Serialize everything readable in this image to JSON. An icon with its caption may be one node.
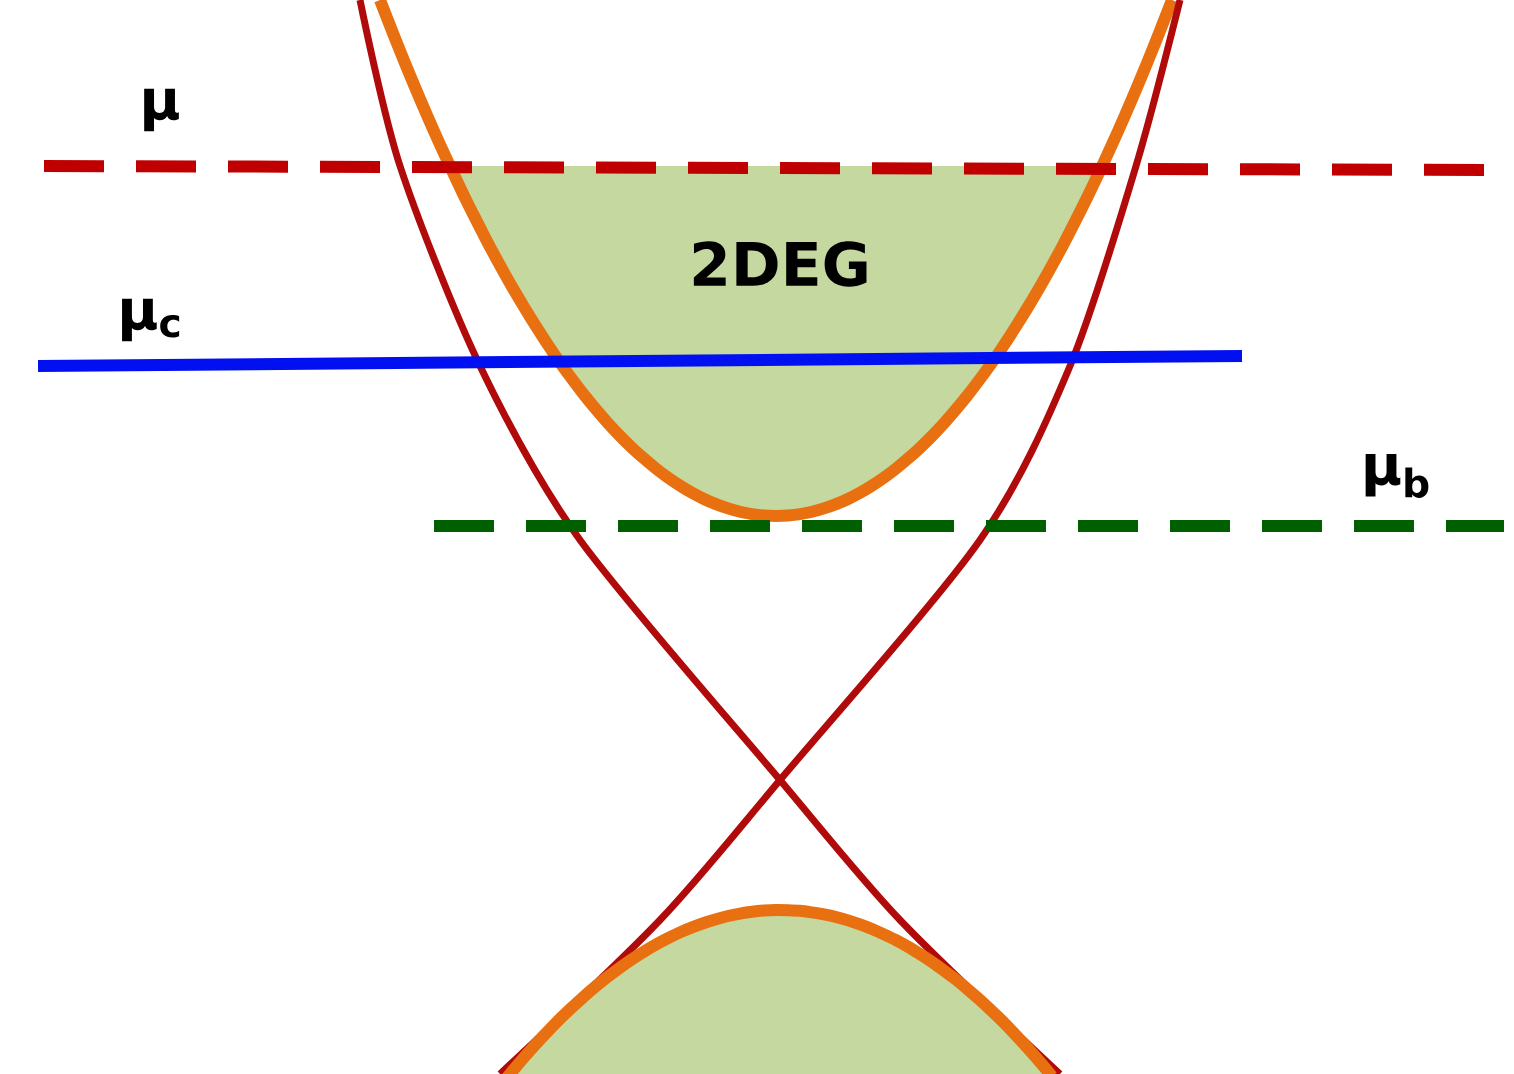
{
  "diagram": {
    "labels": [
      "μ",
      "2DEG",
      "μ$_{c}$",
      "μ$_{b}$"
    ]
  }
}
